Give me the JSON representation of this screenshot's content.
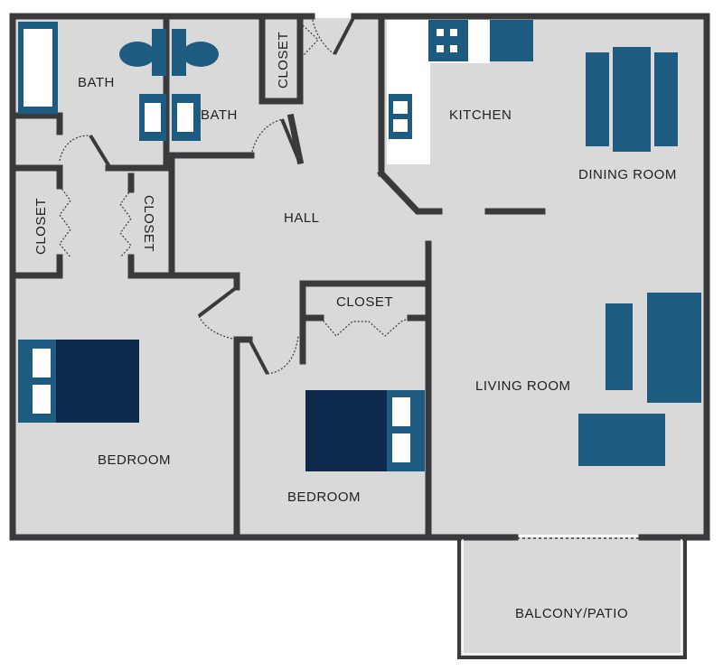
{
  "rooms": {
    "bath_1": "BATH",
    "bath_2": "BATH",
    "closet_top": "CLOSET",
    "closet_left_1": "CLOSET",
    "closet_left_2": "CLOSET",
    "closet_bedroom": "CLOSET",
    "kitchen": "KITCHEN",
    "dining_room": "DINING ROOM",
    "hall": "HALL",
    "living_room": "LIVING ROOM",
    "bedroom_1": "BEDROOM",
    "bedroom_2": "BEDROOM",
    "balcony": "BALCONY/PATIO"
  },
  "colors": {
    "floor": "#d9d9d9",
    "wall": "#3a3a3c",
    "fixture_blue": "#1d5b80",
    "bed_navy": "#0d2a4c"
  }
}
